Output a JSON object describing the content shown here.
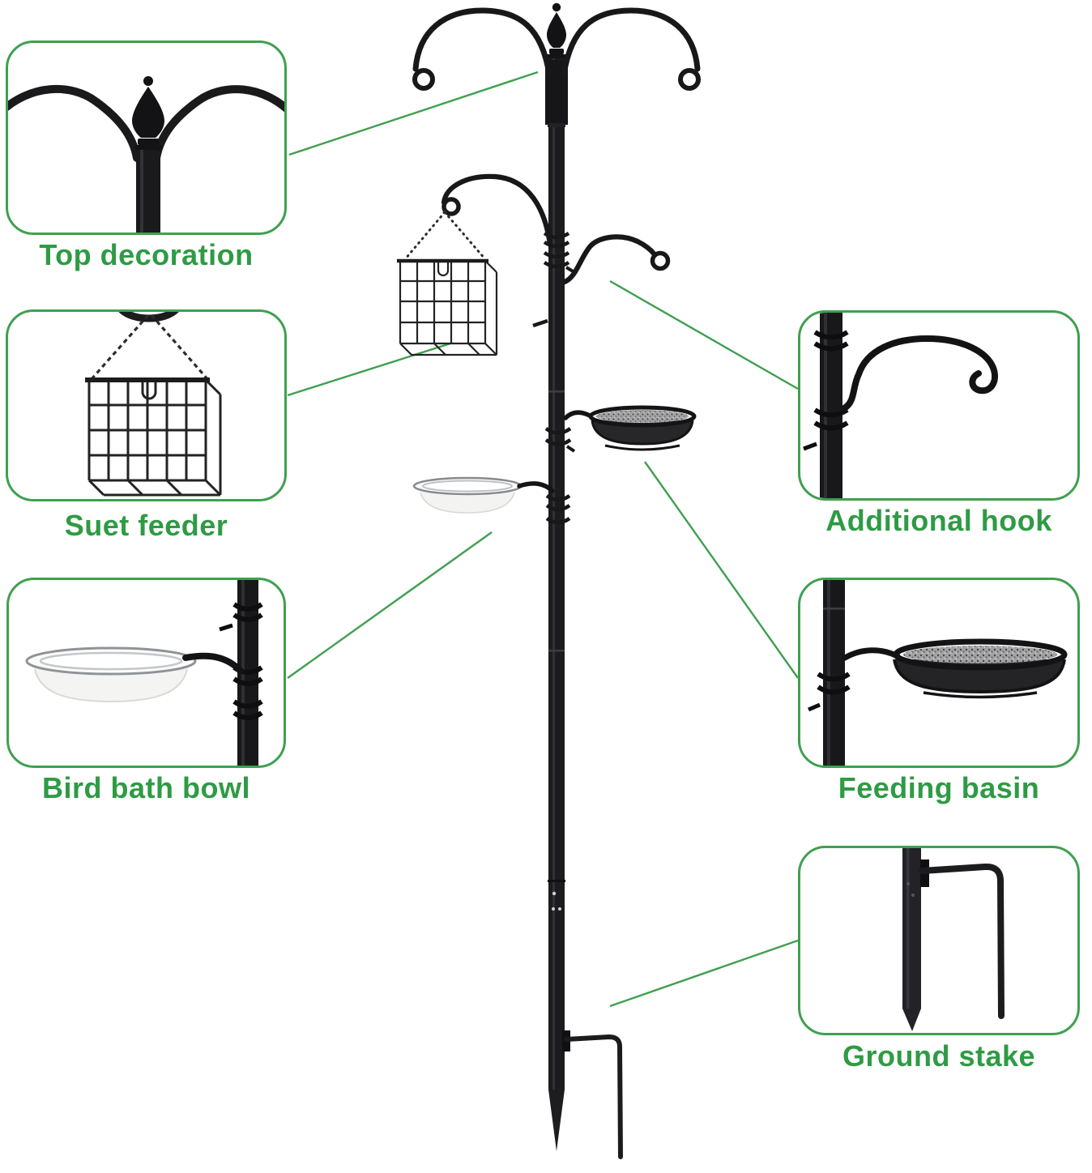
{
  "callouts": [
    {
      "id": "top-decoration",
      "label": "Top decoration",
      "image": "top-decoration-closeup",
      "side": "left"
    },
    {
      "id": "suet-feeder",
      "label": "Suet feeder",
      "image": "suet-feeder-closeup",
      "side": "left"
    },
    {
      "id": "bird-bath-bowl",
      "label": "Bird bath bowl",
      "image": "bird-bath-bowl-closeup",
      "side": "left"
    },
    {
      "id": "additional-hook",
      "label": "Additional hook",
      "image": "additional-hook-closeup",
      "side": "right"
    },
    {
      "id": "feeding-basin",
      "label": "Feeding basin",
      "image": "feeding-basin-closeup",
      "side": "right"
    },
    {
      "id": "ground-stake",
      "label": "Ground stake",
      "image": "ground-stake-closeup",
      "side": "right"
    }
  ],
  "colors": {
    "background": "#ffffff",
    "label_text": "#2e9b44",
    "card_border": "#3fa04f",
    "connector_line": "#3f9f4f",
    "metal_black": "#1b1b1d",
    "bowl_white": "#f6f6f4",
    "mesh_gray": "#a3a3a3"
  }
}
